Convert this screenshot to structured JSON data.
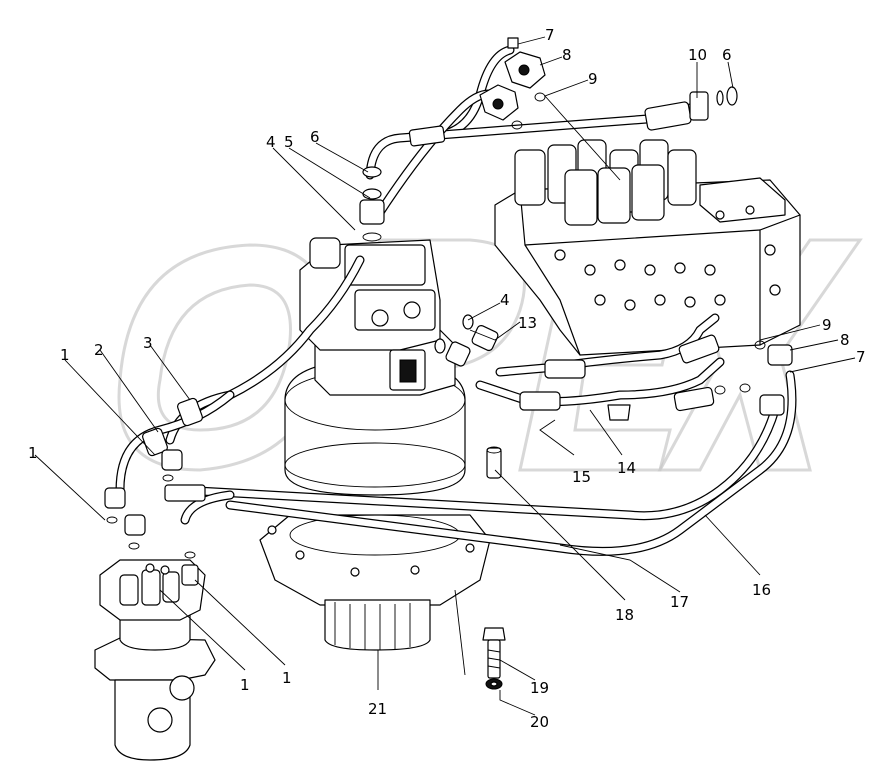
{
  "figure": {
    "type": "exploded hydraulic assembly drawing",
    "watermark_text": "OPEX",
    "callouts": [
      {
        "id": "c7a",
        "label": "7"
      },
      {
        "id": "c8a",
        "label": "8"
      },
      {
        "id": "c9a",
        "label": "9"
      },
      {
        "id": "c10",
        "label": "10"
      },
      {
        "id": "c6a",
        "label": "6"
      },
      {
        "id": "c4a",
        "label": "4"
      },
      {
        "id": "c5",
        "label": "5"
      },
      {
        "id": "c6b",
        "label": "6"
      },
      {
        "id": "c4b",
        "label": "4"
      },
      {
        "id": "c13",
        "label": "13"
      },
      {
        "id": "c9b",
        "label": "9"
      },
      {
        "id": "c8b",
        "label": "8"
      },
      {
        "id": "c7b",
        "label": "7"
      },
      {
        "id": "c1a",
        "label": "1"
      },
      {
        "id": "c2",
        "label": "2"
      },
      {
        "id": "c3",
        "label": "3"
      },
      {
        "id": "c1b",
        "label": "1"
      },
      {
        "id": "c15",
        "label": "15"
      },
      {
        "id": "c14",
        "label": "14"
      },
      {
        "id": "c16",
        "label": "16"
      },
      {
        "id": "c17",
        "label": "17"
      },
      {
        "id": "c18",
        "label": "18"
      },
      {
        "id": "c1c",
        "label": "1"
      },
      {
        "id": "c1d",
        "label": "1"
      },
      {
        "id": "c19",
        "label": "19"
      },
      {
        "id": "c20",
        "label": "20"
      },
      {
        "id": "c21",
        "label": "21"
      }
    ]
  }
}
